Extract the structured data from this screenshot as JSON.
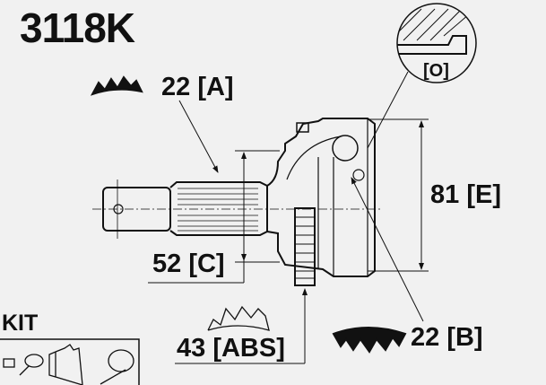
{
  "title": "3118K",
  "labels": {
    "spline_a": "22 [A]",
    "detail_o": "[O]",
    "diameter_e": "81 [E]",
    "diameter_c": "52 [C]",
    "abs_teeth": "43 [ABS]",
    "spline_b": "22 [B]",
    "kit": "KIT"
  },
  "colors": {
    "line": "#111111",
    "background": "#f1f1f1"
  }
}
